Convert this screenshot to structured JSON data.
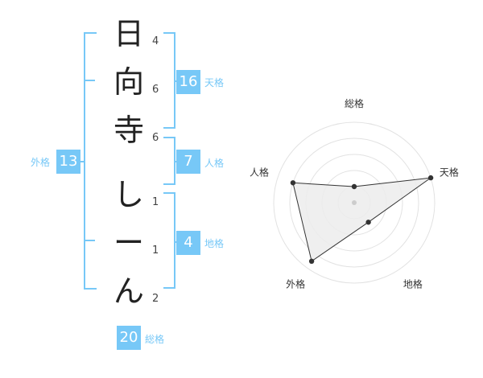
{
  "name_chars": [
    {
      "char": "日",
      "strokes": "4"
    },
    {
      "char": "向",
      "strokes": "6"
    },
    {
      "char": "寺",
      "strokes": "6"
    },
    {
      "char": "し",
      "strokes": "1"
    },
    {
      "char": "ー",
      "strokes": "1"
    },
    {
      "char": "ん",
      "strokes": "2"
    }
  ],
  "kakusu": {
    "tenkaku": {
      "value": "16",
      "label": "天格"
    },
    "jinkaku": {
      "value": "7",
      "label": "人格"
    },
    "chikaku": {
      "value": "4",
      "label": "地格"
    },
    "gaikaku": {
      "value": "13",
      "label": "外格"
    },
    "soukaku": {
      "value": "20",
      "label": "総格"
    }
  },
  "colors": {
    "accent": "#77c8f7",
    "ring": "#e2e2e2",
    "fill": "#ececec",
    "line": "#333333"
  },
  "chart_data": {
    "type": "radar",
    "axes": [
      "総格",
      "天格",
      "地格",
      "外格",
      "人格"
    ],
    "values": [
      0.2,
      1.0,
      0.3,
      0.9,
      0.8
    ],
    "rings": 5,
    "range": [
      0,
      1
    ]
  }
}
